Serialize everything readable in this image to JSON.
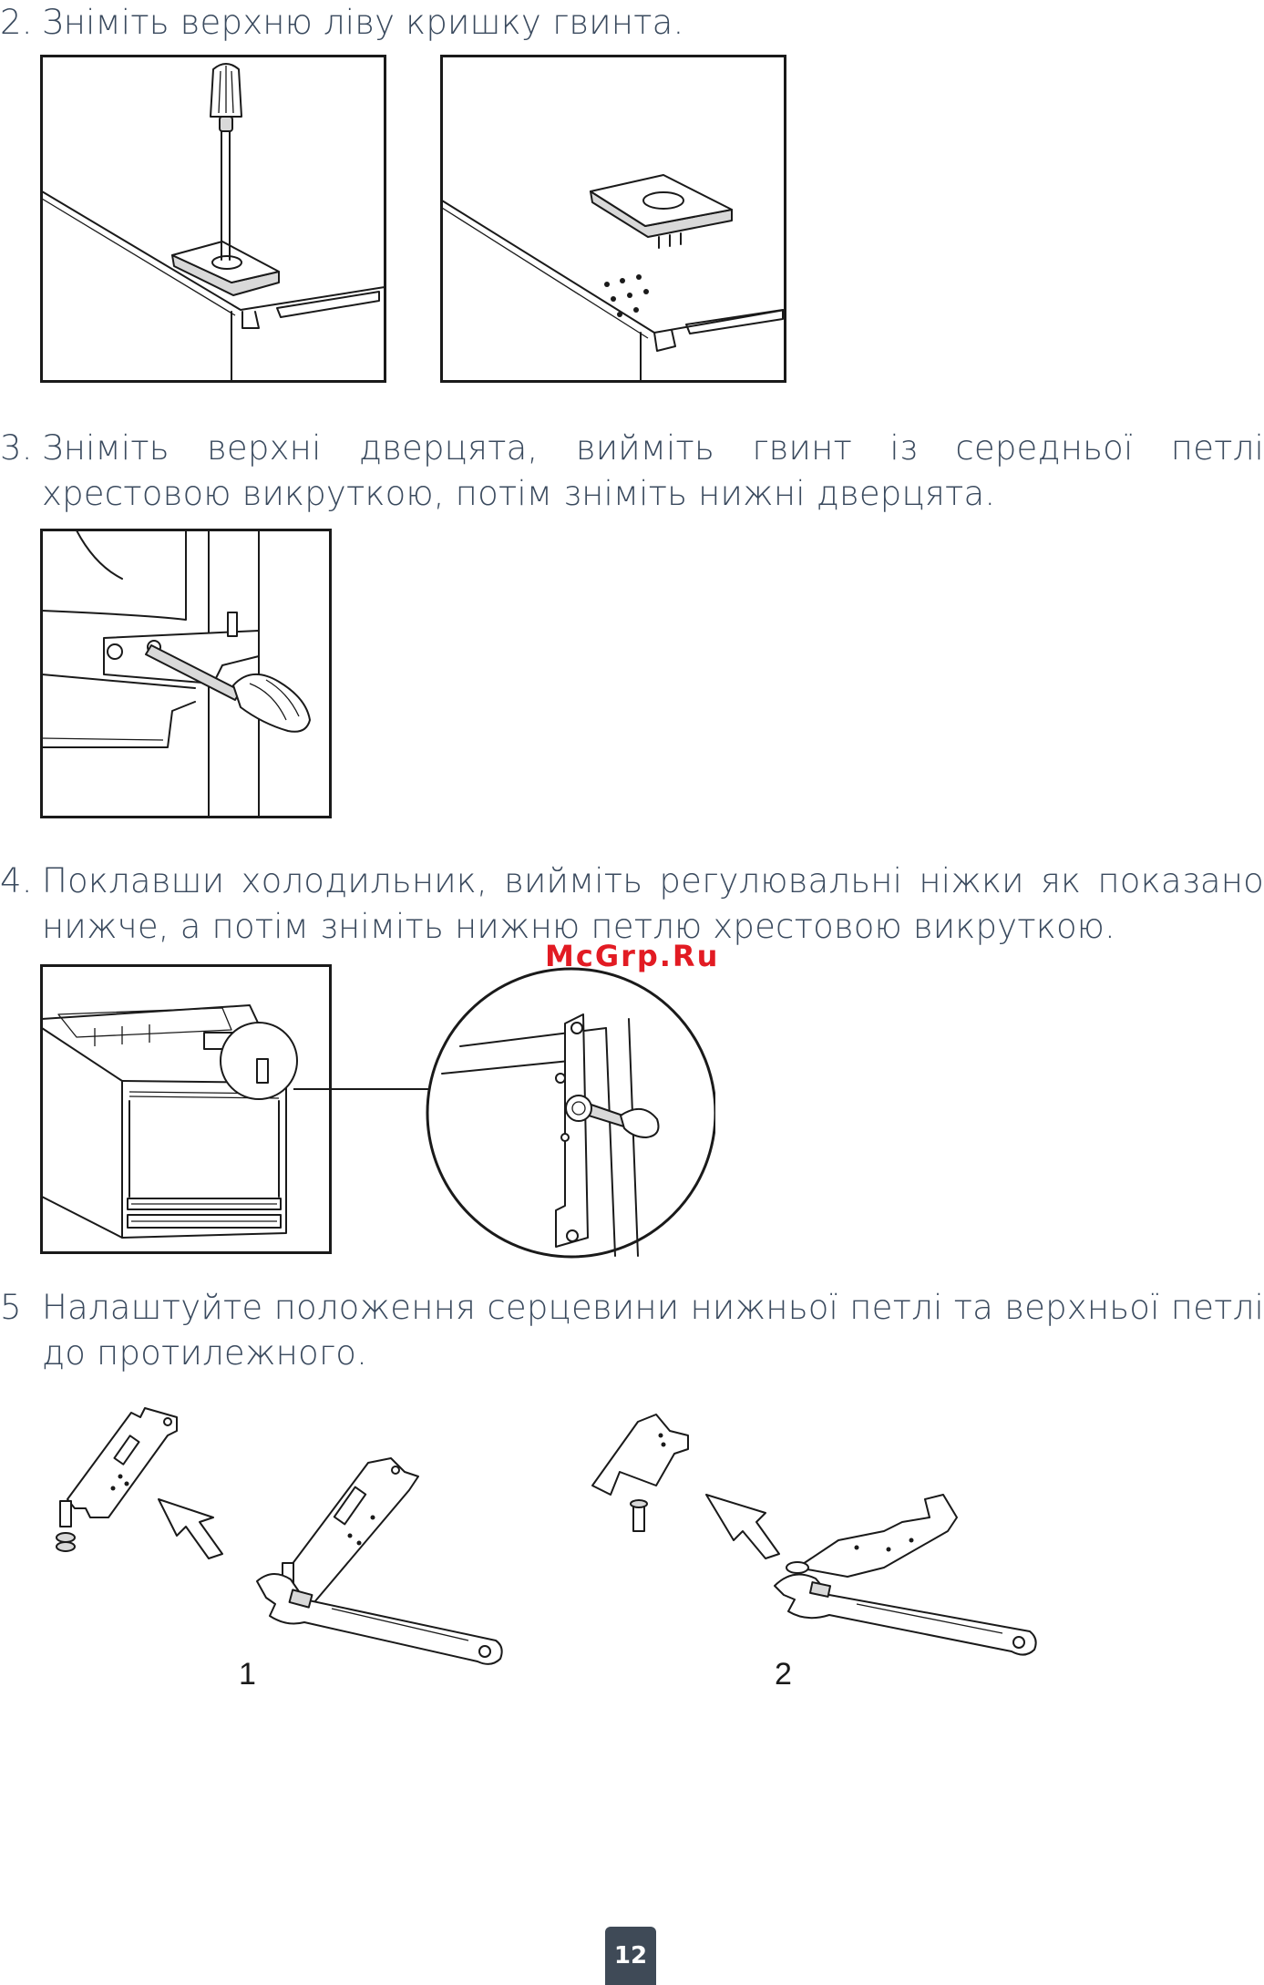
{
  "steps": [
    {
      "number": "2.",
      "text": "Зніміть верхню ліву кришку гвинта."
    },
    {
      "number": "3.",
      "text": "Зніміть верхні дверцята, вийміть гвинт із середньої петлі хрестовою викруткою, потім зніміть нижні дверцята."
    },
    {
      "number": "4.",
      "text": "Поклавши холодильник, вийміть регулювальні ніжки як показано нижче, а потім зніміть нижню петлю хрестовою викруткою."
    },
    {
      "number": "5",
      "text": "Налаштуйте положення серцевини нижньої петлі та верхньої петлі до протилежного."
    }
  ],
  "figure_labels": [
    "1",
    "2"
  ],
  "watermark": "McGrp.Ru",
  "page_number": "12",
  "colors": {
    "text": "#3a4a5e",
    "page_badge": "#3f4a57",
    "watermark": "#e21b23"
  },
  "icons": [
    "screwdriver-icon",
    "wrench-icon",
    "arrow-icon"
  ]
}
